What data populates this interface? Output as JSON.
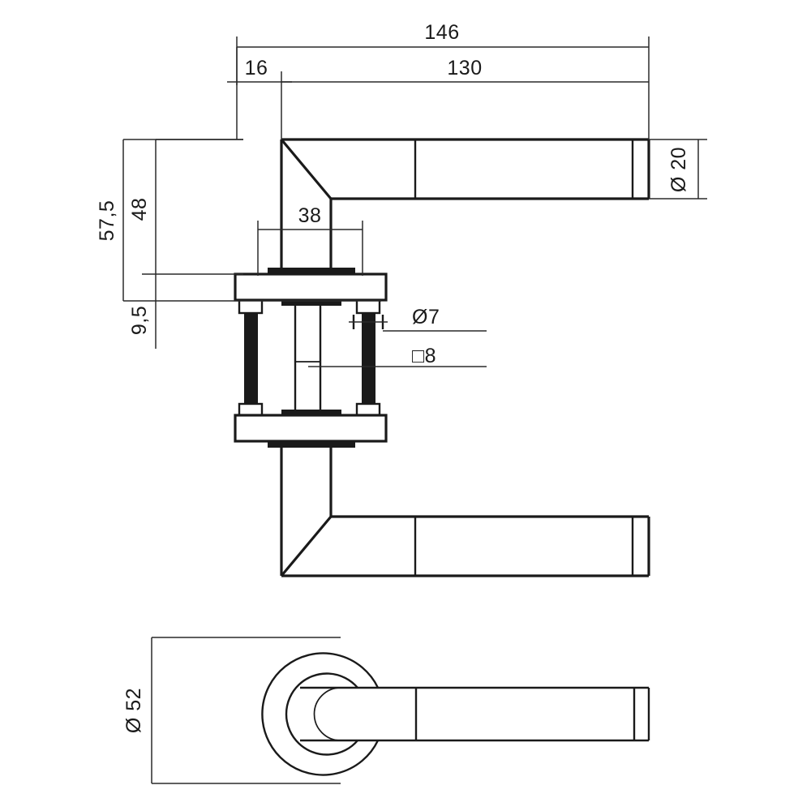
{
  "drawing": {
    "title": "Door handle technical drawing",
    "view_top": "side elevation (sectioned rose and spindle)",
    "view_bottom": "plan view of rose and lever",
    "units": "mm",
    "line_color": "#1a1a1a",
    "background_color": "#ffffff"
  },
  "dimensions": {
    "overall_length": "146",
    "rose_offset": "16",
    "lever_length": "130",
    "lever_diameter": "Ø 20",
    "handle_height_total": "57,5",
    "handle_height_upper": "48",
    "handle_height_lower": "9,5",
    "rose_plate_width": "38",
    "screw_diameter": "Ø 7",
    "spindle_size": "□ 8",
    "rose_outer_diameter": "Ø 52"
  },
  "labels": {
    "d146": "146",
    "d16": "16",
    "d130": "130",
    "d20": "Ø 20",
    "d575": "57,5",
    "d48": "48",
    "d95": "9,5",
    "d38": "38",
    "d7": "Ø7",
    "sq8": "□8",
    "d52": "Ø 52"
  }
}
